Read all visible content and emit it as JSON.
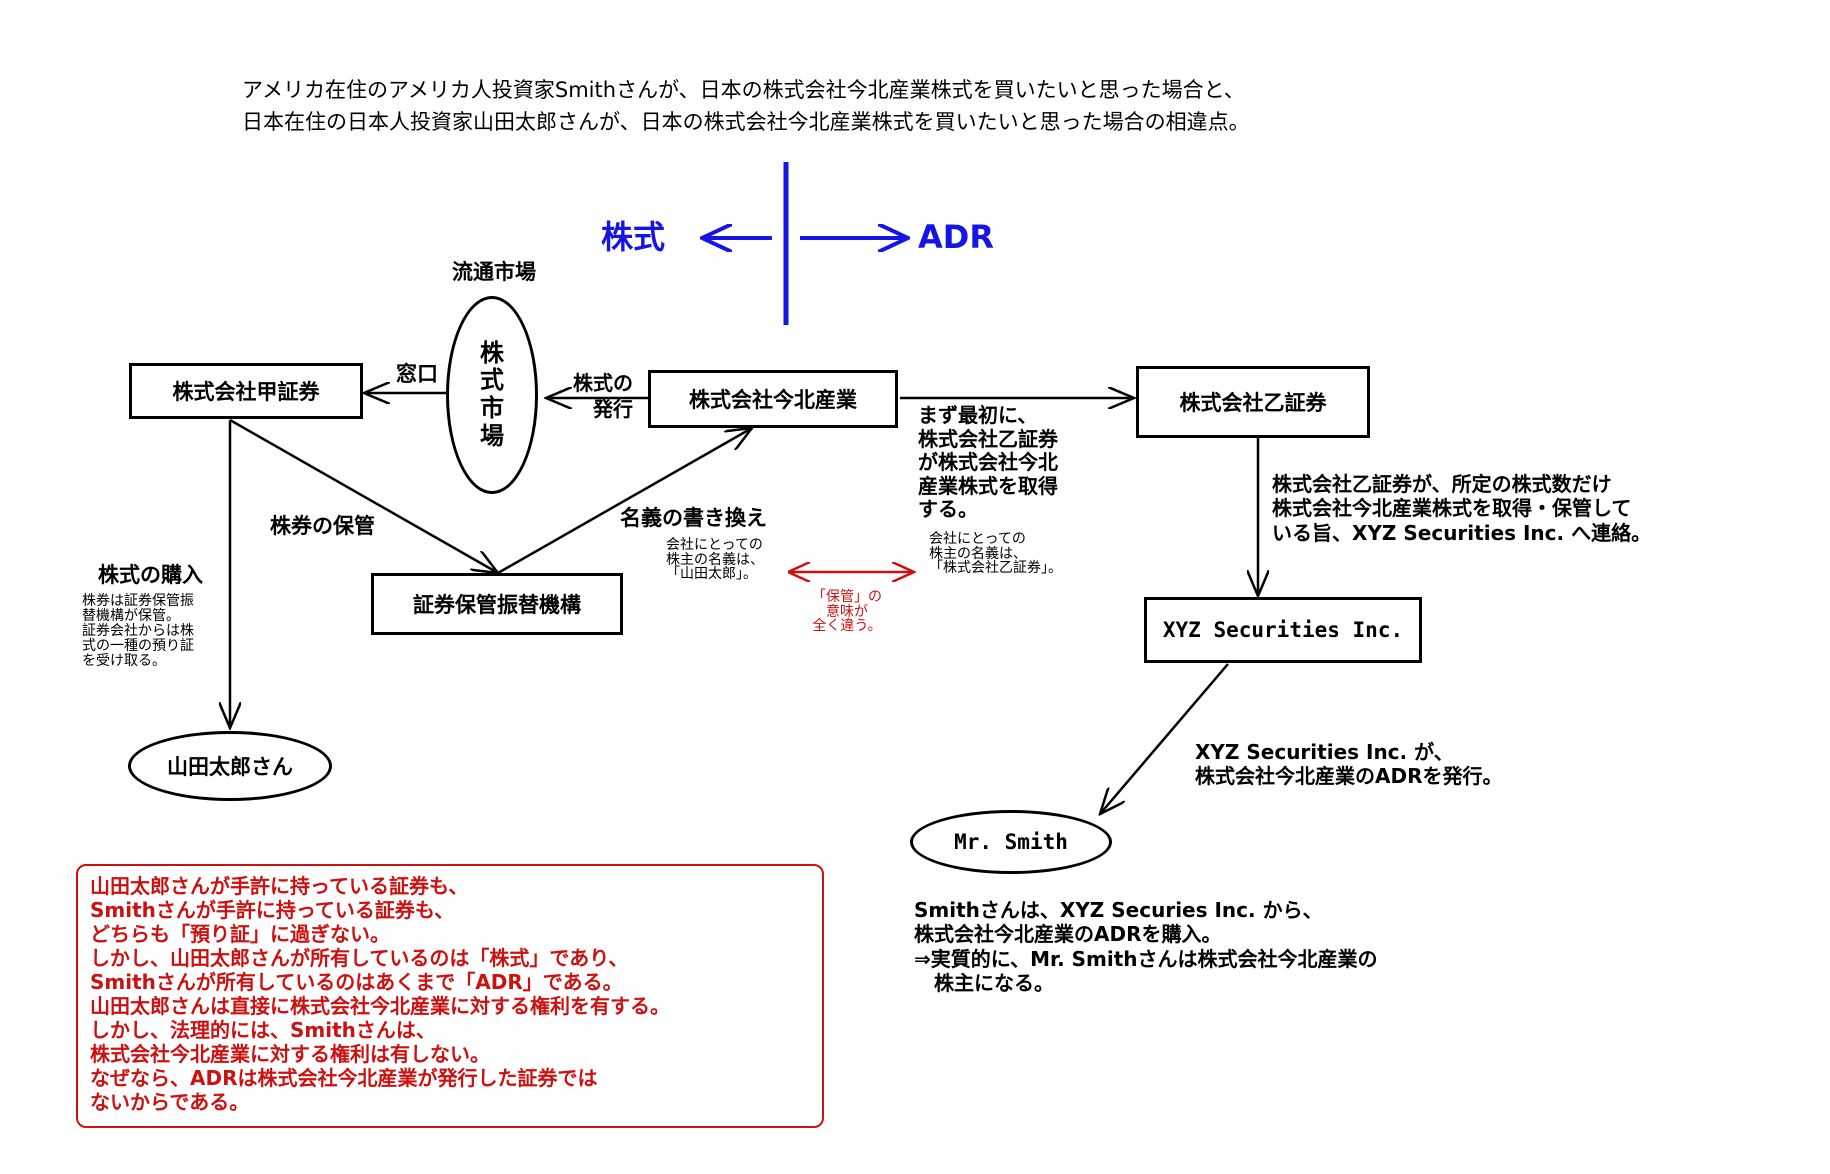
{
  "header": {
    "line1": "アメリカ在住のアメリカ人投資家Smithさんが、日本の株式会社今北産業株式を買いたいと思った場合と、",
    "line2": "日本在住の日本人投資家山田太郎さんが、日本の株式会社今北産業株式を買いたいと思った場合の相違点。"
  },
  "divider": {
    "left_label": "株式",
    "right_label": "ADR",
    "accent": "#1515e6"
  },
  "nodes": {
    "kou_securities": "株式会社甲証券",
    "market_title": "流通市場",
    "market_oval": "株\n式\n市\n場",
    "imakita": "株式会社今北産業",
    "otsu_securities": "株式会社乙証券",
    "depository": "証券保管振替機構",
    "xyz": "XYZ Securities Inc.",
    "yamada": "山田太郎さん",
    "smith": "Mr. Smith"
  },
  "edges": {
    "madoguchi": "窓口",
    "issue": "株式の\n発行",
    "custody": "株券の保管",
    "purchase": "株式の購入",
    "purchase_note": "株券は証券保管振\n替機構が保管。\n証券会社からは株\n式の一種の預り証\nを受け取る。",
    "rename": "名義の書き換え",
    "rename_note": "会社にとっての\n株主の名義は、\n「山田太郎」。",
    "otsu_acquire": "まず最初に、\n株式会社乙証券\nが株式会社今北\n産業株式を取得\nする。",
    "otsu_note": "会社にとっての\n株主の名義は、\n「株式会社乙証券」。",
    "difference": "「保管」の\n意味が\n全く違う。",
    "otsu_to_xyz": "株式会社乙証券が、所定の株式数だけ\n株式会社今北産業株式を取得・保管して\nいる旨、XYZ Securities Inc. へ連絡。",
    "xyz_issue": "XYZ Securities Inc. が、\n株式会社今北産業のADRを発行。",
    "smith_note": "Smithさんは、XYZ Securies Inc. から、\n株式会社今北産業のADRを購入。\n⇒実質的に、Mr. Smithさんは株式会社今北産業の\n　株主になる。"
  },
  "callout": {
    "text": "山田太郎さんが手許に持っている証券も、\nSmithさんが手許に持っている証券も、\nどちらも「預り証」に過ぎない。\nしかし、山田太郎さんが所有しているのは「株式」であり、\nSmithさんが所有しているのはあくまで「ADR」である。\n山田太郎さんは直接に株式会社今北産業に対する権利を有する。\nしかし、法理的には、Smithさんは、\n株式会社今北産業に対する権利は有しない。\nなぜなら、ADRは株式会社今北産業が発行した証券では\nないからである。",
    "color": "#cc1111"
  }
}
